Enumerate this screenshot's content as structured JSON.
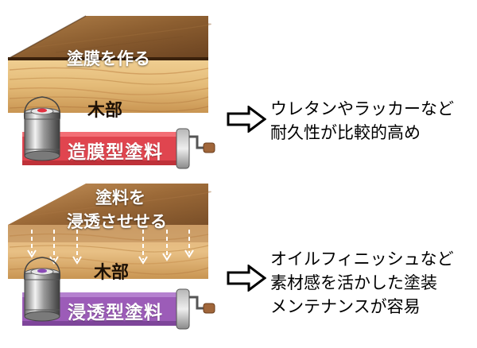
{
  "film": {
    "surface_label": "塗膜を作る",
    "wood_label": "木部",
    "banner_label": "造膜型塗料",
    "banner_color": "#e0454f",
    "can_cap_color": "#e23040",
    "description": [
      "ウレタンやラッカーなど",
      "耐久性が比較的高め"
    ]
  },
  "penetrating": {
    "surface_label": [
      "塗料を",
      "浸透させせる"
    ],
    "wood_label": "木部",
    "banner_label": "浸透型塗料",
    "banner_color": "#9c5cb8",
    "can_cap_color": "#8a4bb6",
    "description": [
      "オイルフィニッシュなど",
      "素材感を活かした塗装",
      "メンテナンスが容易"
    ]
  },
  "icons": {
    "arrow": "right-arrow-outline-icon",
    "can": "paint-can-icon",
    "roller": "paint-roller-icon",
    "penetration": "dashed-down-arrow-icon"
  }
}
